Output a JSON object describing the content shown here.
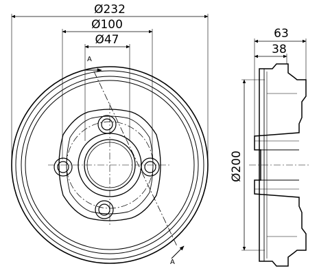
{
  "front_view": {
    "dim_outer": "Ø232",
    "dim_bolt_circle": "Ø100",
    "dim_center_bore": "Ø47",
    "section_mark_top": "A",
    "section_mark_bottom": "A"
  },
  "side_view": {
    "dim_total_width": "63",
    "dim_hub_width": "38",
    "dim_inner_diameter": "Ø200"
  }
}
